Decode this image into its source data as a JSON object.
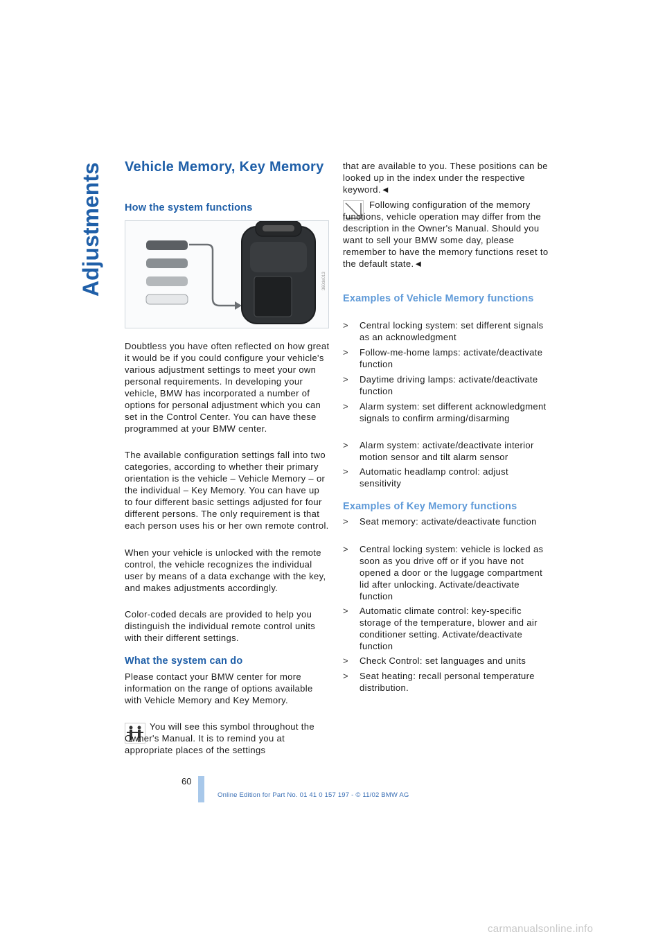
{
  "side_label": "Adjustments",
  "title": "Vehicle Memory, Key Memory",
  "section1_heading": "How the system functions",
  "figure_code": "360de013",
  "left_paras": [
    "Doubtless you have often reflected on how great it would be if you could configure your vehicle's various adjustment settings to meet your own personal requirements. In developing your vehicle, BMW has incorporated a number of options for personal adjustment which you can set in the Control Center. You can have these programmed at your BMW center.",
    "The available configuration settings fall into two categories, according to whether their primary orientation is the vehicle – Vehicle Memory – or the individual – Key Memory. You can have up to four different basic settings adjusted for four different persons. The only requirement is that each person uses his or her own remote control.",
    "When your vehicle is unlocked with the remote control, the vehicle recognizes the individual user by means of a data exchange with the key, and makes adjustments accordingly.",
    "Color-coded decals are provided to help you distinguish the individual remote control units with their different settings."
  ],
  "section2_heading": "What the system can do",
  "section2_para": "Please contact your BMW center for more information on the range of options available with Vehicle Memory and Key Memory.",
  "symbol_note": "You will see this symbol throughout the Owner's Manual. It is to remind you at appropriate places of the settings",
  "right_top_para": "that are available to you. These positions can be looked up in the index under the respective keyword.◄",
  "caution_note": "Following configuration of the memory functions, vehicle operation may differ from the description in the Owner's Manual. Should you want to sell your BMW some day, please remember to have the memory functions reset to the default state.◄",
  "vehicle_heading": "Examples of Vehicle Memory functions",
  "vehicle_items": [
    "Central locking system: set different signals as an acknowledgment",
    "Follow-me-home lamps: activate/deactivate function",
    "Daytime driving lamps: activate/deactivate function",
    "Alarm system: set different acknowledgment signals to confirm arming/disarming",
    "Alarm system: activate/deactivate interior motion sensor and tilt alarm sensor",
    "Automatic headlamp control: adjust sensitivity"
  ],
  "key_heading": "Examples of Key Memory functions",
  "key_items": [
    "Seat memory: activate/deactivate function",
    "Central locking system: vehicle is locked as soon as you drive off or if you have not opened a door or the luggage compartment lid after unlocking. Activate/deactivate function",
    "Automatic climate control: key-specific storage of the temperature, blower and air conditioner setting. Activate/deactivate function",
    "Check Control: set languages and units",
    "Seat heating: recall personal temperature distribution."
  ],
  "bullet_mark": ">",
  "page_number": "60",
  "footer": "Online Edition for Part No. 01 41 0 157 197 - © 11/02 BMW AG",
  "watermark": "carmanualsonline.info",
  "colors": {
    "heading": "#1f5fa8",
    "subheading": "#5f9ad8",
    "bar": "#a8c8ea"
  }
}
